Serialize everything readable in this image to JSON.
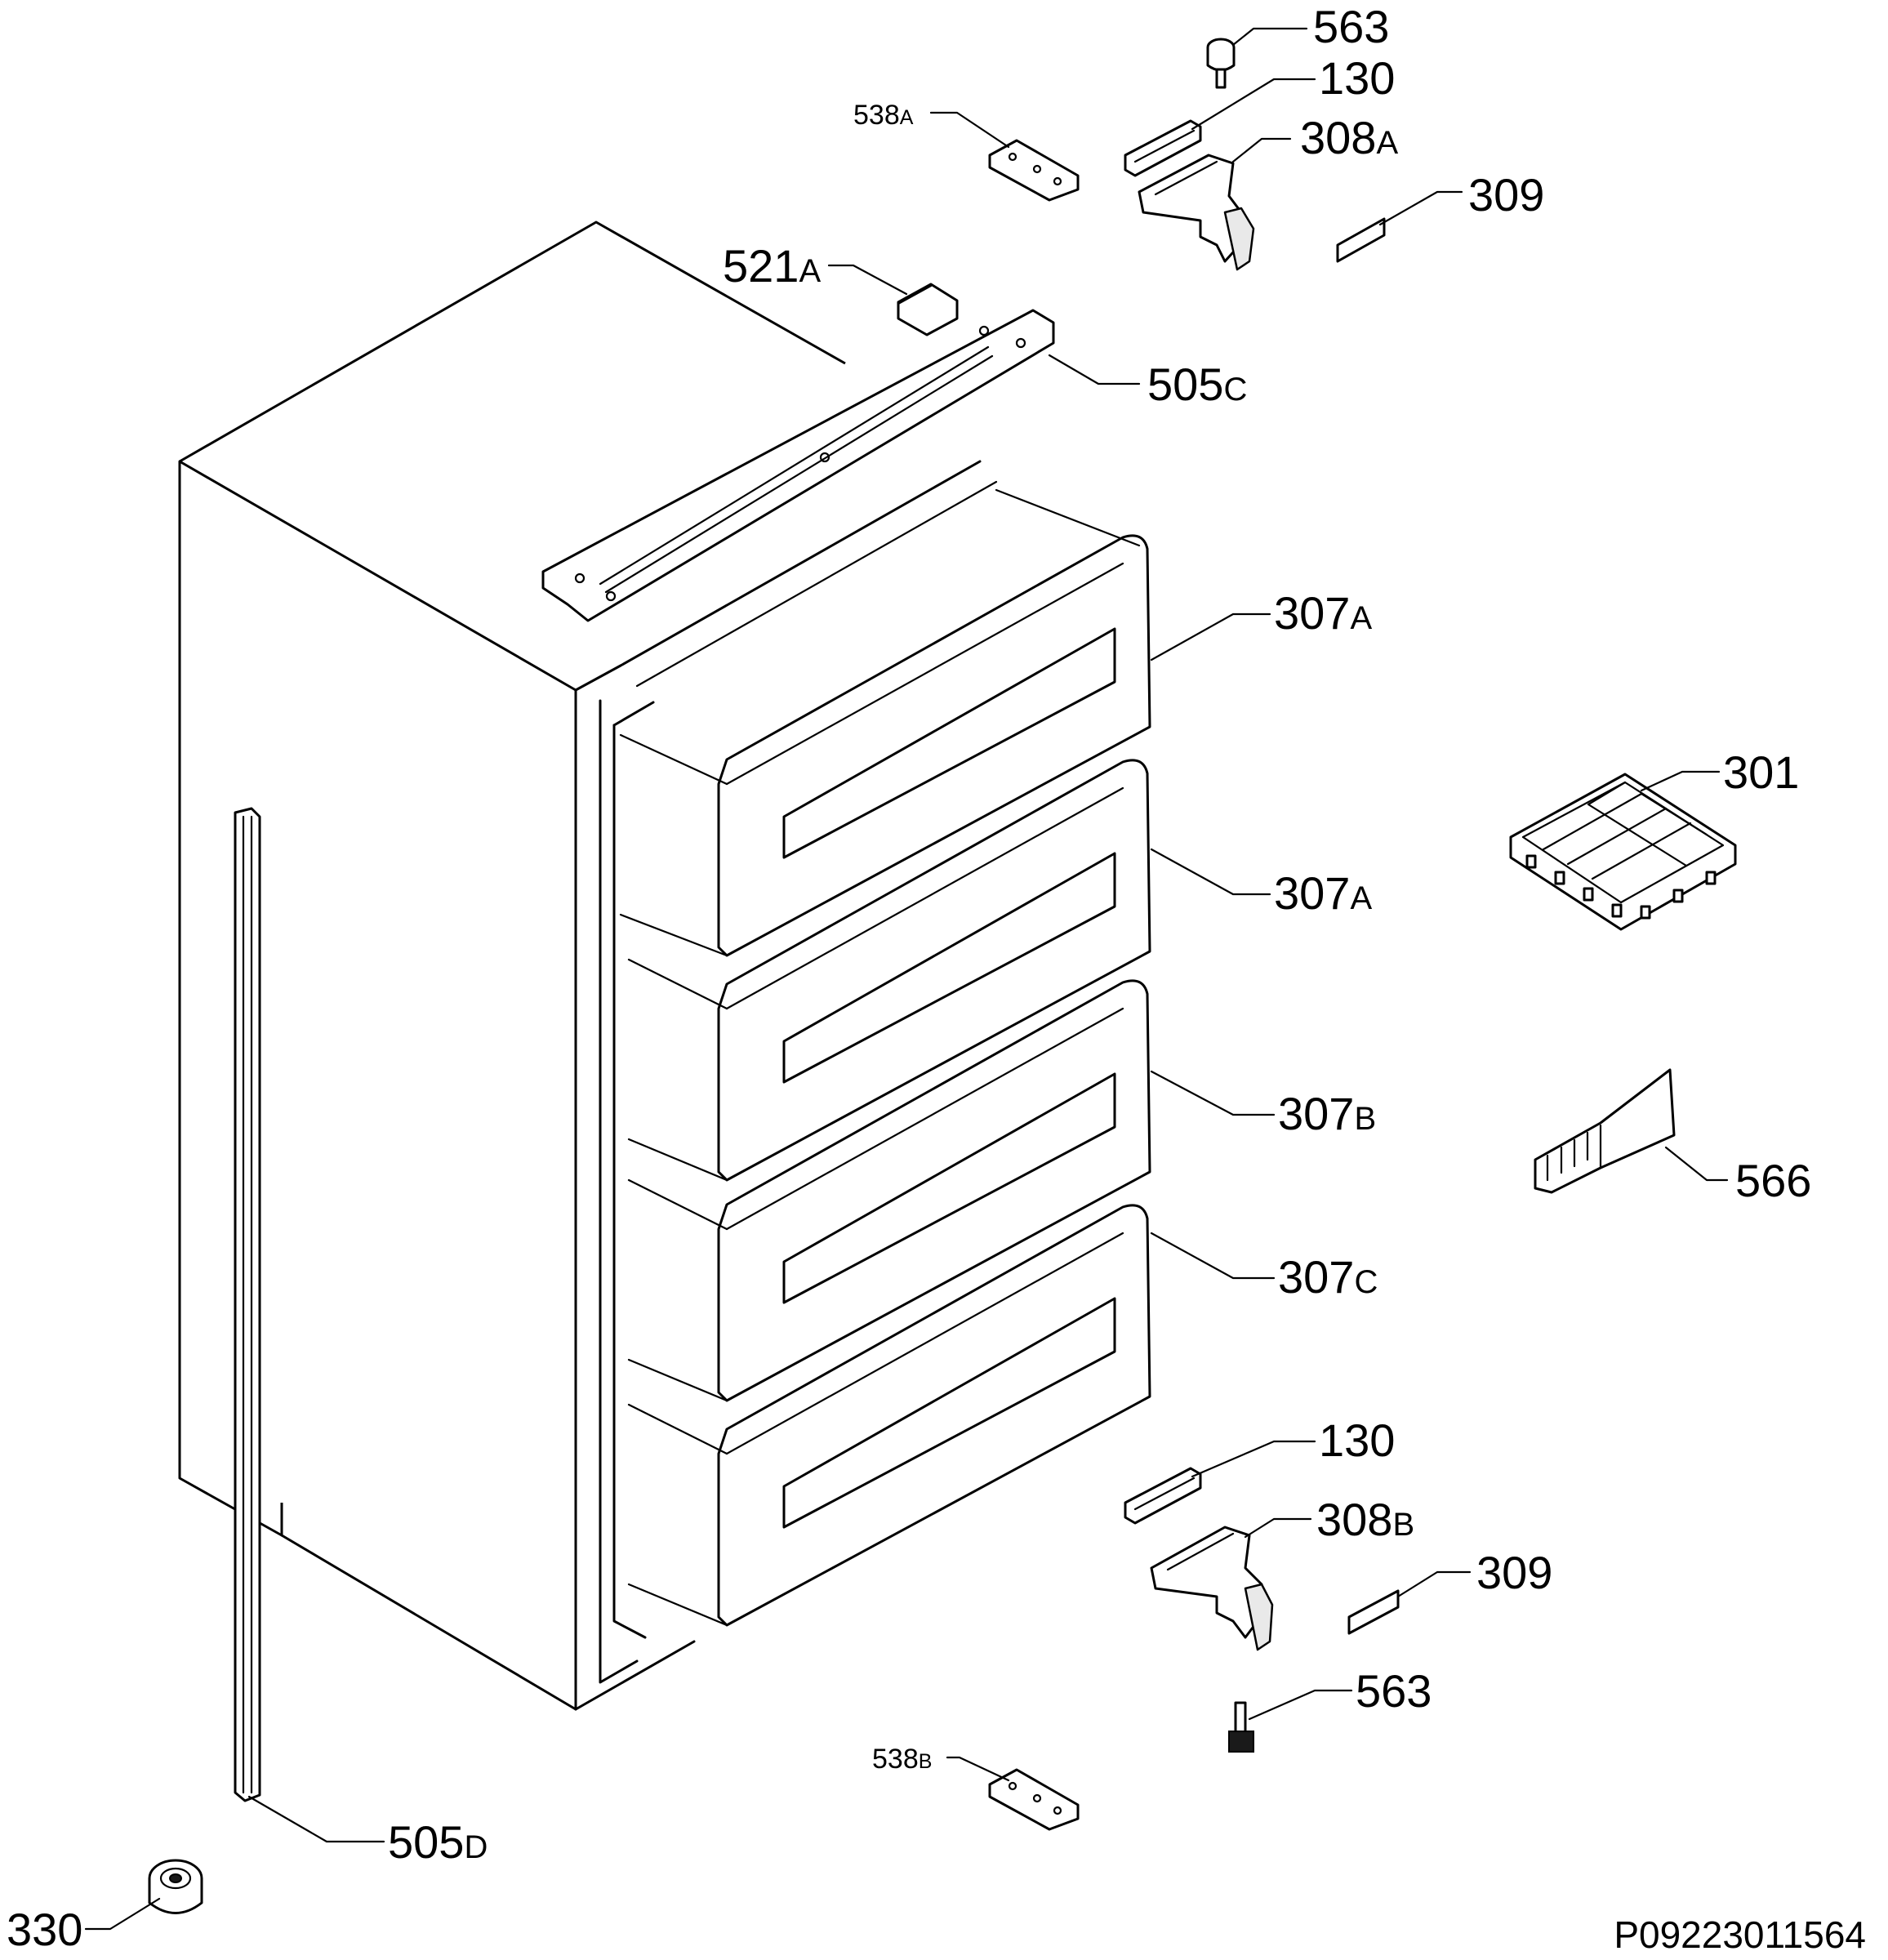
{
  "callouts": {
    "c563_top": {
      "num": "563",
      "suffix": ""
    },
    "c130_top": {
      "num": "130",
      "suffix": ""
    },
    "c538a": {
      "num": "538",
      "suffix": "A"
    },
    "c308a": {
      "num": "308",
      "suffix": "A"
    },
    "c309_top": {
      "num": "309",
      "suffix": ""
    },
    "c521a": {
      "num": "521",
      "suffix": "A"
    },
    "c505c": {
      "num": "505",
      "suffix": "C"
    },
    "c307a_1": {
      "num": "307",
      "suffix": "A"
    },
    "c301": {
      "num": "301",
      "suffix": ""
    },
    "c307a_2": {
      "num": "307",
      "suffix": "A"
    },
    "c307b": {
      "num": "307",
      "suffix": "B"
    },
    "c566": {
      "num": "566",
      "suffix": ""
    },
    "c307c": {
      "num": "307",
      "suffix": "C"
    },
    "c130_bot": {
      "num": "130",
      "suffix": ""
    },
    "c308b": {
      "num": "308",
      "suffix": "B"
    },
    "c309_bot": {
      "num": "309",
      "suffix": ""
    },
    "c563_bot": {
      "num": "563",
      "suffix": ""
    },
    "c538b": {
      "num": "538",
      "suffix": "B"
    },
    "c505d": {
      "num": "505",
      "suffix": "D"
    },
    "c330": {
      "num": "330",
      "suffix": ""
    }
  },
  "drawing_code": "P09223011564"
}
